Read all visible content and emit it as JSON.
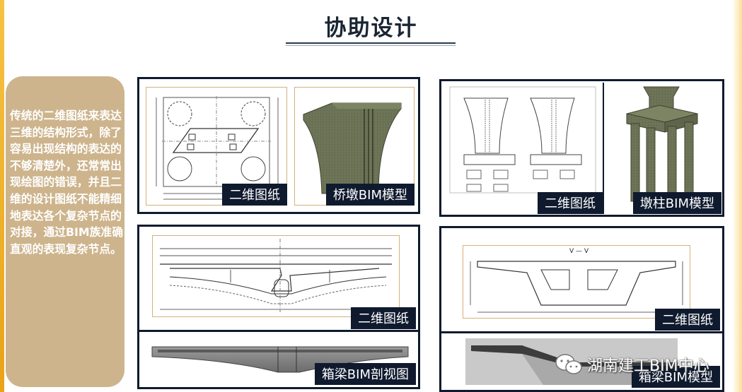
{
  "page": {
    "title": "协助设计"
  },
  "sidebar": {
    "text": "传统的二维图纸来表达三维的结构形式，除了容易出现结构的表达的不够清楚外，还常常出现绘图的错误，并且二维的设计图纸不能精细地表达各个复杂节点的对接，通过BIM族准确直观的表现复杂节点。"
  },
  "panels": {
    "pier_drawing_caption": "二维图纸",
    "pier_model_caption": "桥墩BIM模型",
    "column_drawing_caption": "二维图纸",
    "column_model_caption": "墩柱BIM模型",
    "girder_drawing_caption": "二维图纸",
    "girder_section_caption": "箱梁BIM剖视图",
    "box_drawing_caption": "二维图纸",
    "box_model_caption": "箱梁BIM模型"
  },
  "drawings": {
    "box_section_label": "V — V"
  },
  "watermark": {
    "text": "湖南建工BIM中心",
    "icon": "wechat-icon"
  },
  "colors": {
    "panel_border": "#0f1a2e",
    "caption_bg": "#0f1a2e",
    "sidebar_bg": "#cdb48c",
    "accent_edge": "#f2b935",
    "model_green": "#6f7558"
  }
}
